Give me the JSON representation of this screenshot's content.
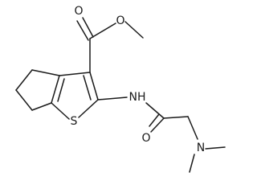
{
  "atoms": {
    "ester_carbonyl_o": "O",
    "ester_ether_o": "O",
    "amide_nh": "NH",
    "thiophene_s": "S",
    "amide_carbonyl_o": "O",
    "dimethyl_n": "N"
  }
}
